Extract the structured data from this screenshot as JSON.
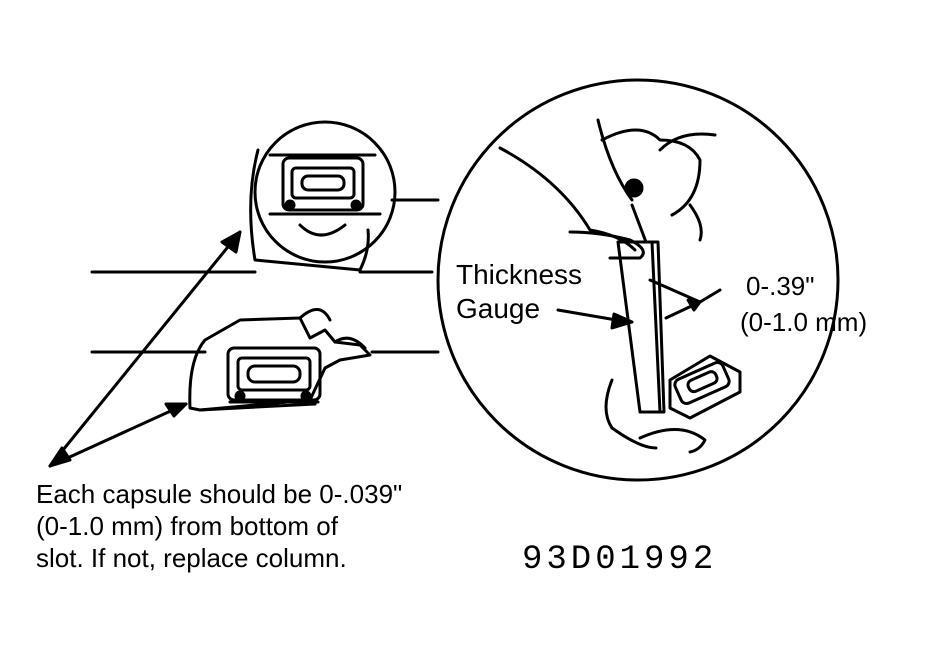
{
  "callout": {
    "tool_line1": "Thickness",
    "tool_line2": "Gauge",
    "clearance_in": "0-.39\"",
    "clearance_mm": "(0-1.0 mm)"
  },
  "caption": {
    "line1": "Each capsule should be 0-.039\"",
    "line2": "(0-1.0 mm) from bottom of",
    "line3": "slot. If not, replace column."
  },
  "figure_id": "93D01992",
  "colors": {
    "ink": "#000000",
    "paper": "#ffffff"
  }
}
